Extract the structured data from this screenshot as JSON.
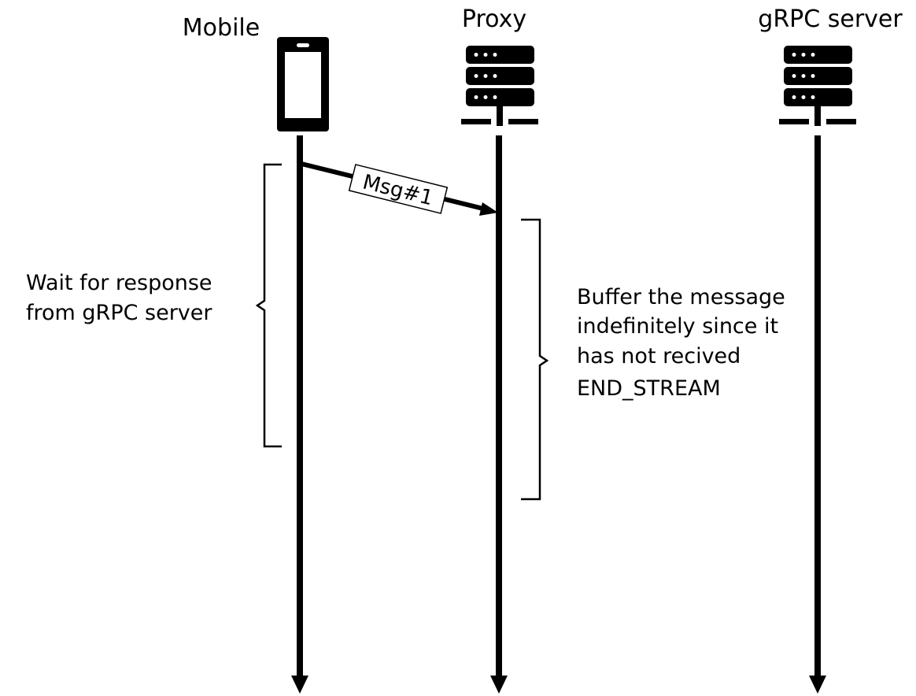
{
  "participants": [
    {
      "id": "mobile",
      "label": "Mobile",
      "icon": "mobile-phone-icon"
    },
    {
      "id": "proxy",
      "label": "Proxy",
      "icon": "server-icon"
    },
    {
      "id": "grpc_server",
      "label": "gRPC server",
      "icon": "server-icon"
    }
  ],
  "messages": [
    {
      "from": "mobile",
      "to": "proxy",
      "label": "Msg#1"
    }
  ],
  "annotations": {
    "mobile_wait": [
      "Wait for response",
      "from gRPC server"
    ],
    "proxy_buffer": [
      "Buffer the message",
      "indefinitely since it",
      "has not recived",
      "END_STREAM"
    ]
  },
  "colors": {
    "stroke": "#000000",
    "background": "#ffffff"
  }
}
